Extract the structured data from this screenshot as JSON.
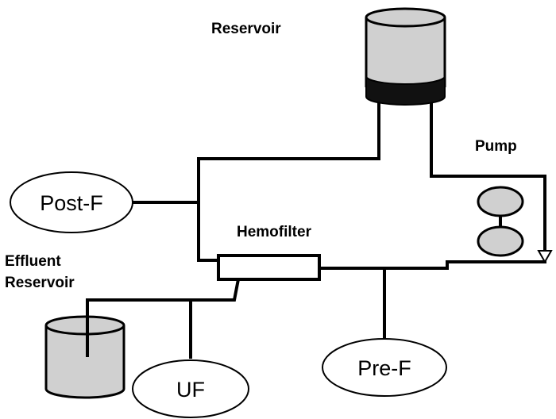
{
  "labels": {
    "reservoir": "Reservoir",
    "pump": "Pump",
    "hemofilter": "Hemofilter",
    "effluent_line1": "Effluent",
    "effluent_line2": "Reservoir"
  },
  "sensors": {
    "post_f": "Post-F",
    "pre_f": "Pre-F",
    "uf": "UF"
  },
  "colors": {
    "line": "#000000",
    "reservoir_fill": "#d0d0d0",
    "background": "#ffffff"
  }
}
